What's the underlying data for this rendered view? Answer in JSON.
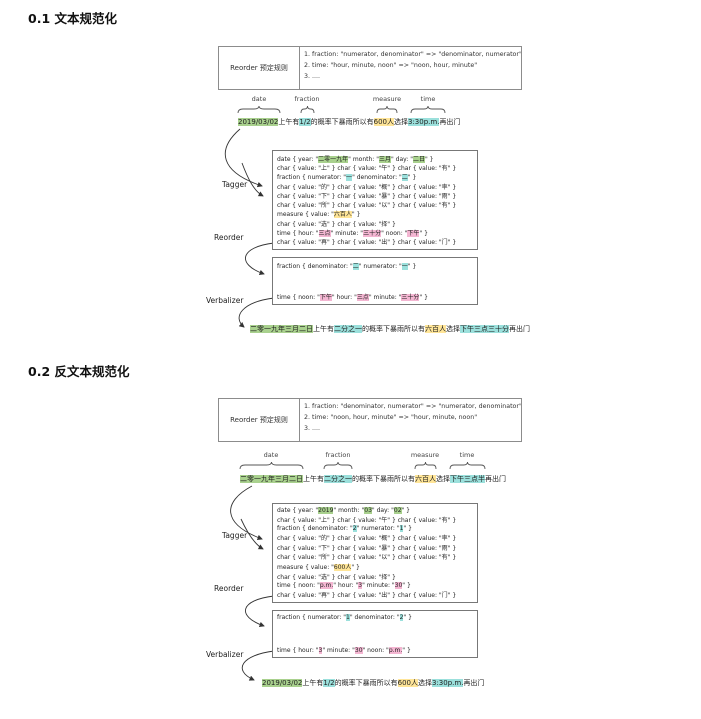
{
  "colors": {
    "green": "#a9d18e",
    "cyan": "#9be0dc",
    "yellow": "#ffe598",
    "pink": "#f4b6d2"
  },
  "sections": [
    {
      "heading": "0.1 文本规范化",
      "rules_box": {
        "title": "Reorder 预定规则",
        "rules": [
          "1. fraction: \"numerator, denominator\" => \"denominator, numerator\"",
          "2. time: \"hour, minute, noon\" => \"noon, hour, minute\"",
          "3. ...."
        ]
      },
      "span_labels": [
        "date",
        "fraction",
        "measure",
        "time"
      ],
      "stage_labels": [
        "Tagger",
        "Reorder",
        "Verbalizer"
      ],
      "input_sentence": [
        {
          "t": "2019/03/02",
          "h": "green"
        },
        {
          "t": "上午有"
        },
        {
          "t": "1/2",
          "h": "cyan"
        },
        {
          "t": "的概率下暴雨所以有"
        },
        {
          "t": "600人",
          "h": "yellow"
        },
        {
          "t": "选择"
        },
        {
          "t": "3:30p.m.",
          "h": "cyan"
        },
        {
          "t": "再出门"
        }
      ],
      "tagger_lines": [
        [
          {
            "t": "date { year: \""
          },
          {
            "t": "二零一九年",
            "h": "green"
          },
          {
            "t": "\" month: \""
          },
          {
            "t": "三月",
            "h": "green"
          },
          {
            "t": "\" day: \""
          },
          {
            "t": "二日",
            "h": "green"
          },
          {
            "t": "\" }"
          }
        ],
        [
          {
            "t": "char { value: \"上\" } char { value: \"午\" } char { value: \"有\" }"
          }
        ],
        [
          {
            "t": "fraction { numerator: \""
          },
          {
            "t": "一",
            "h": "cyan"
          },
          {
            "t": "\" denominator: \""
          },
          {
            "t": "二",
            "h": "cyan"
          },
          {
            "t": "\" }"
          }
        ],
        [
          {
            "t": "char { value: \"的\" } char { value: \"概\" } char { value: \"率\" }"
          }
        ],
        [
          {
            "t": "char { value: \"下\" } char { value: \"暴\" } char { value: \"雨\" }"
          }
        ],
        [
          {
            "t": "char { value: \"所\" } char { value: \"以\" } char { value: \"有\" }"
          }
        ],
        [
          {
            "t": "measure { value: \""
          },
          {
            "t": "六百人",
            "h": "yellow"
          },
          {
            "t": "\" }"
          }
        ],
        [
          {
            "t": "char { value: \"选\" } char { value: \"择\" }"
          }
        ],
        [
          {
            "t": "time { hour: \""
          },
          {
            "t": "三点",
            "h": "pink"
          },
          {
            "t": "\" minute: \""
          },
          {
            "t": "三十分",
            "h": "pink"
          },
          {
            "t": "\" noon: \""
          },
          {
            "t": "下午",
            "h": "pink"
          },
          {
            "t": "\" }"
          }
        ],
        [
          {
            "t": "char { value: \"再\" } char { value: \"出\" } char { value: \"门\" }"
          }
        ]
      ],
      "reorder_lines": [
        [
          {
            "t": "fraction { denominator: \""
          },
          {
            "t": "二",
            "h": "cyan"
          },
          {
            "t": "\" numerator: \""
          },
          {
            "t": "一",
            "h": "cyan"
          },
          {
            "t": "\" }"
          }
        ],
        [
          {
            "t": "time { noon: \""
          },
          {
            "t": "下午",
            "h": "pink"
          },
          {
            "t": "\" hour: \""
          },
          {
            "t": "三点",
            "h": "pink"
          },
          {
            "t": "\" minute: \""
          },
          {
            "t": "三十分",
            "h": "pink"
          },
          {
            "t": "\" }"
          }
        ]
      ],
      "output_sentence": [
        {
          "t": "二零一九年三月二日",
          "h": "green"
        },
        {
          "t": "上午有"
        },
        {
          "t": "二分之一",
          "h": "cyan"
        },
        {
          "t": "的概率下暴雨所以有"
        },
        {
          "t": "六百人",
          "h": "yellow"
        },
        {
          "t": "选择"
        },
        {
          "t": "下午三点三十分",
          "h": "cyan"
        },
        {
          "t": "再出门"
        }
      ]
    },
    {
      "heading": "0.2 反文本规范化",
      "rules_box": {
        "title": "Reorder 预定规则",
        "rules": [
          "1. fraction: \"denominator, numerator\" => \"numerator, denominator\"",
          "2. time: \"noon, hour, minute\" => \"hour, minute, noon\"",
          "3. ...."
        ]
      },
      "span_labels": [
        "date",
        "fraction",
        "measure",
        "time"
      ],
      "stage_labels": [
        "Tagger",
        "Reorder",
        "Verbalizer"
      ],
      "input_sentence": [
        {
          "t": "二零一九年三月二日",
          "h": "green"
        },
        {
          "t": "上午有"
        },
        {
          "t": "二分之一",
          "h": "cyan"
        },
        {
          "t": "的概率下暴雨所以有"
        },
        {
          "t": "六百人",
          "h": "yellow"
        },
        {
          "t": "选择"
        },
        {
          "t": "下午三点半",
          "h": "cyan"
        },
        {
          "t": "再出门"
        }
      ],
      "tagger_lines": [
        [
          {
            "t": "date { year: \""
          },
          {
            "t": "2019",
            "h": "green"
          },
          {
            "t": "\" month: \""
          },
          {
            "t": "03",
            "h": "green"
          },
          {
            "t": "\" day: \""
          },
          {
            "t": "02",
            "h": "green"
          },
          {
            "t": "\" }"
          }
        ],
        [
          {
            "t": "char { value: \"上\" } char { value: \"午\" } char { value: \"有\" }"
          }
        ],
        [
          {
            "t": "fraction { denominator: \""
          },
          {
            "t": "2",
            "h": "cyan"
          },
          {
            "t": "\" numerator: \""
          },
          {
            "t": "1",
            "h": "cyan"
          },
          {
            "t": "\" }"
          }
        ],
        [
          {
            "t": "char { value: \"的\" } char { value: \"概\" } char { value: \"率\" }"
          }
        ],
        [
          {
            "t": "char { value: \"下\" } char { value: \"暴\" } char { value: \"雨\" }"
          }
        ],
        [
          {
            "t": "char { value: \"所\" } char { value: \"以\" } char { value: \"有\" }"
          }
        ],
        [
          {
            "t": "measure { value: \""
          },
          {
            "t": "600人",
            "h": "yellow"
          },
          {
            "t": "\" }"
          }
        ],
        [
          {
            "t": "char { value: \"选\" } char { value: \"择\" }"
          }
        ],
        [
          {
            "t": "time { noon: \""
          },
          {
            "t": "p.m.",
            "h": "pink"
          },
          {
            "t": "\" hour: \""
          },
          {
            "t": "3",
            "h": "pink"
          },
          {
            "t": "\" minute: \""
          },
          {
            "t": "30",
            "h": "pink"
          },
          {
            "t": "\" }"
          }
        ],
        [
          {
            "t": "char { value: \"再\" } char { value: \"出\" } char { value: \"门\" }"
          }
        ]
      ],
      "reorder_lines": [
        [
          {
            "t": "fraction { numerator: \""
          },
          {
            "t": "1",
            "h": "cyan"
          },
          {
            "t": "\" denominator: \""
          },
          {
            "t": "2",
            "h": "cyan"
          },
          {
            "t": "\" }"
          }
        ],
        [
          {
            "t": "time { hour: \""
          },
          {
            "t": "3",
            "h": "pink"
          },
          {
            "t": "\" minute: \""
          },
          {
            "t": "30",
            "h": "pink"
          },
          {
            "t": "\" noon: \""
          },
          {
            "t": "p.m.",
            "h": "pink"
          },
          {
            "t": "\" }"
          }
        ]
      ],
      "output_sentence": [
        {
          "t": "2019/03/02",
          "h": "green"
        },
        {
          "t": "上午有"
        },
        {
          "t": "1/2",
          "h": "cyan"
        },
        {
          "t": "的概率下暴雨所以有"
        },
        {
          "t": "600人",
          "h": "yellow"
        },
        {
          "t": "选择"
        },
        {
          "t": "3:30p.m.",
          "h": "cyan"
        },
        {
          "t": "再出门"
        }
      ]
    }
  ]
}
